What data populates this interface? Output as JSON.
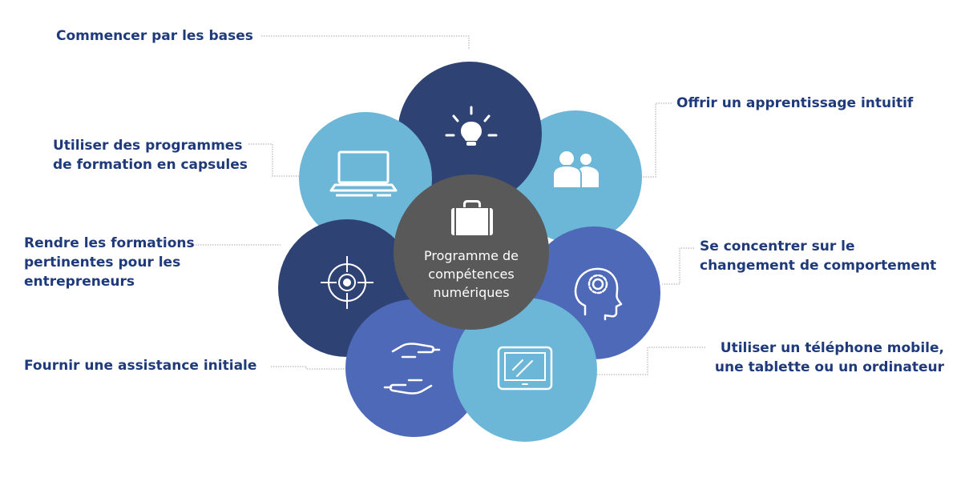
{
  "diagram": {
    "center": {
      "lines": [
        "Programme de",
        "compétences",
        "numériques"
      ],
      "icon": "briefcase-icon"
    },
    "petals": [
      {
        "id": "top",
        "icon": "lightbulb-icon"
      },
      {
        "id": "upper-right",
        "icon": "people-icon"
      },
      {
        "id": "right",
        "icon": "head-gear-icon"
      },
      {
        "id": "lower-right",
        "icon": "tablet-icon"
      },
      {
        "id": "lower-left",
        "icon": "handshake-icon"
      },
      {
        "id": "left",
        "icon": "target-icon"
      },
      {
        "id": "upper-left",
        "icon": "laptop-icon"
      }
    ],
    "labels": {
      "top": [
        "Commencer par les bases"
      ],
      "upper_left": [
        "Utiliser des programmes",
        "de formation en capsules"
      ],
      "left": [
        "Rendre les formations",
        "pertinentes pour les",
        "entrepreneurs"
      ],
      "lower_left": [
        "Fournir une assistance initiale"
      ],
      "upper_right": [
        "Offrir un apprentissage intuitif"
      ],
      "right": [
        "Se concentrer sur le",
        "changement de comportement"
      ],
      "lower_right": [
        "Utiliser un téléphone mobile,",
        "une tablette ou un ordinateur"
      ]
    },
    "colors": {
      "dark_navy": "#2e4374",
      "light_blue": "#6cb6d8",
      "medium_blue": "#4d69b7",
      "center_gray": "#595959",
      "label_text": "#1f3a7a",
      "connector": "#a6a6a6"
    }
  }
}
